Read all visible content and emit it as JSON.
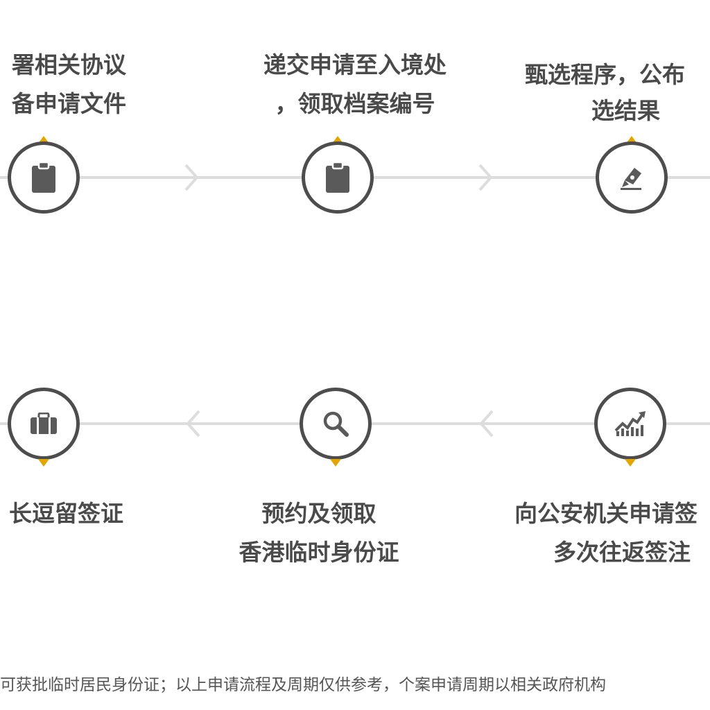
{
  "steps_top": [
    {
      "lines": [
        "署相关协议",
        "备申请文件"
      ],
      "icon": "clipboard-icon"
    },
    {
      "lines": [
        "递交申请至入境处",
        "，领取档案编号"
      ],
      "icon": "clipboard-icon"
    },
    {
      "lines": [
        "甄选程序，公布",
        "选结果"
      ],
      "icon": "signing-pen-icon"
    }
  ],
  "steps_bottom": [
    {
      "lines": [
        "长逗留签证"
      ],
      "icon": "briefcase-icon"
    },
    {
      "lines": [
        "预约及领取",
        "香港临时身份证"
      ],
      "icon": "magnifier-icon"
    },
    {
      "lines": [
        "向公安机关申请签",
        "多次往返签注"
      ],
      "icon": "growth-chart-icon"
    }
  ],
  "footnote": "可获批临时居民身份证；以上申请流程及周期仅供参考，个案申请周期以相关政府机构",
  "colors": {
    "accent": "#e3a600",
    "ring": "#4d4d4d",
    "connector": "#dddddd",
    "icon": "#5a5a5a",
    "text": "#4a4a4a"
  }
}
